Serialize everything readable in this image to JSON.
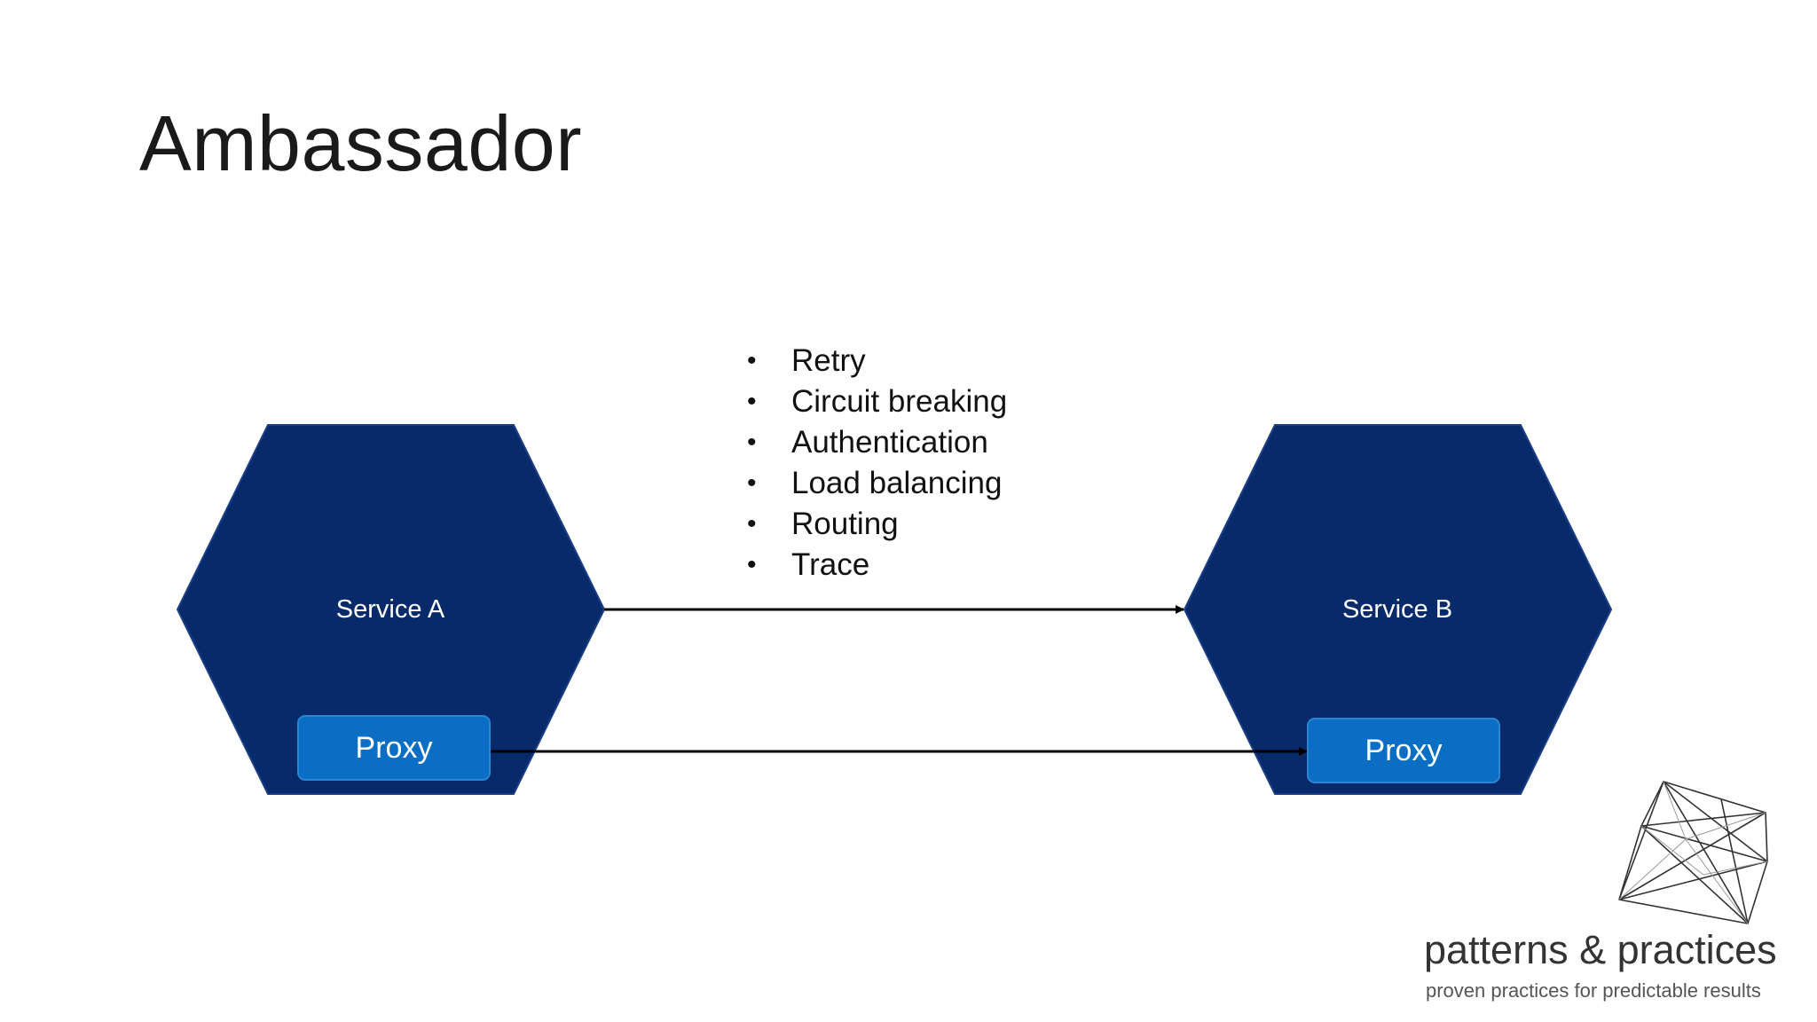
{
  "slide": {
    "title": "Ambassador"
  },
  "features": [
    "Retry",
    "Circuit breaking",
    "Authentication",
    "Load balancing",
    "Routing",
    "Trace"
  ],
  "service_a": {
    "label": "Service A",
    "proxy_label": "Proxy"
  },
  "service_b": {
    "label": "Service B",
    "proxy_label": "Proxy"
  },
  "logo": {
    "name": "patterns & practices",
    "tagline": "proven practices for predictable results",
    "icon": "wireframe-polyhedron-icon"
  },
  "colors": {
    "hexagon": "#062a6a",
    "proxy": "#0a6fc4",
    "arrow": "#000000"
  }
}
